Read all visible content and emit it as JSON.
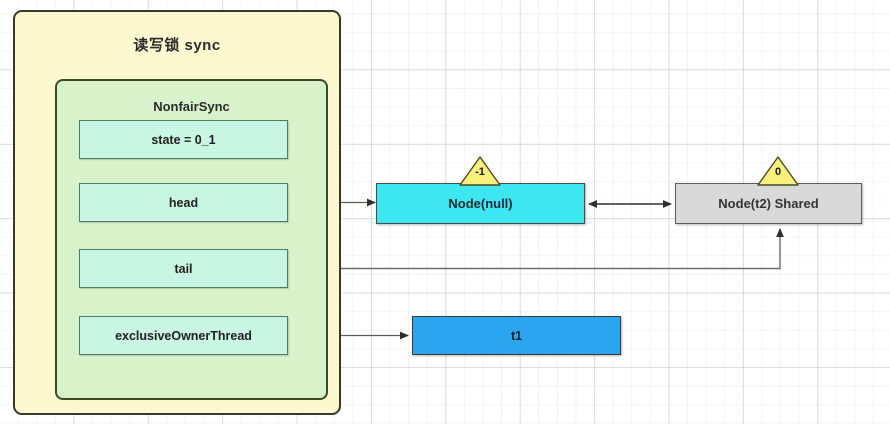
{
  "diagram": {
    "outer": {
      "title": "读写锁 sync",
      "fill_color": "#fcf8d0",
      "border_color": "#3b3728"
    },
    "inner": {
      "title": "NonfairSync",
      "fill_color": "#d8f3cb",
      "border_color": "#3b4a22"
    },
    "fields": [
      {
        "label": "state = 0_1"
      },
      {
        "label": "head"
      },
      {
        "label": "tail"
      },
      {
        "label": "exclusiveOwnerThread"
      }
    ],
    "nodes": [
      {
        "label": "Node(null)",
        "waitstatus": "-1",
        "fill_color": "#3ce7f0"
      },
      {
        "label": "Node(t2) Shared",
        "waitstatus": "0",
        "fill_color": "#d9d9d9"
      }
    ],
    "thread": {
      "label": "t1",
      "fill_color": "#2ba6ee"
    },
    "edges": [
      {
        "name": "head-to-node-null",
        "from": "head",
        "to": "Node(null)",
        "arrow": "single"
      },
      {
        "name": "node-null-to-node-t2",
        "from": "Node(null)",
        "to": "Node(t2) Shared",
        "arrow": "double"
      },
      {
        "name": "tail-to-node-t2",
        "from": "tail",
        "to": "Node(t2) Shared",
        "arrow": "single"
      },
      {
        "name": "owner-to-t1",
        "from": "exclusiveOwnerThread",
        "to": "t1",
        "arrow": "single"
      }
    ]
  }
}
